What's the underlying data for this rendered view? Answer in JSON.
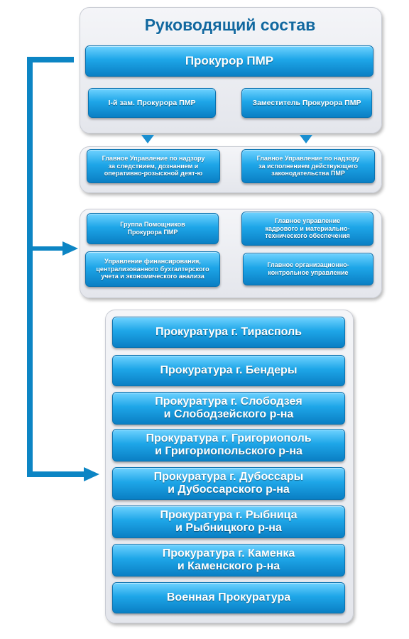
{
  "top": {
    "title": "Руководящий состав",
    "prosecutor": "Прокурор ПМР",
    "first_deputy": "I-й зам. Прокурора ПМР",
    "deputy": "Заместитель Прокурора ПМР"
  },
  "main_depts": {
    "left": "Главное Управление по надзору\nза следствием, дознанием и\nоперативно-розыскной деят-ю",
    "right": "Главное Управление по надзору\nза исполнением действующего\nзаконодательства ПМР"
  },
  "support": {
    "assistants": "Группа Помощников\nПрокурора ПМР",
    "finance": "Управление финансирования,\nцентрализованного бухгалтерского\nучета и экономического анализа",
    "personnel": "Главное управление\nкадрового и материально-\nтехнического обеспечения",
    "org_control": "Главное организационно-\nконтрольное управление"
  },
  "local": {
    "items": [
      "Прокуратура г. Тирасполь",
      "Прокуратура г. Бендеры",
      "Прокуратура г. Слободзея\nи Слободзейского р-на",
      "Прокуратура г. Григориополь\nи Григориопольского р-на",
      "Прокуратура г. Дубоссары\nи Дубоссарского р-на",
      "Прокуратура г. Рыбница\nи Рыбницкого р-на",
      "Прокуратура г. Каменка\nи Каменского р-на",
      "Военная Прокуратура"
    ]
  },
  "colors": {
    "box_blue": "#1ea6e8",
    "connector": "#0c85c4",
    "title_text": "#12689f"
  }
}
